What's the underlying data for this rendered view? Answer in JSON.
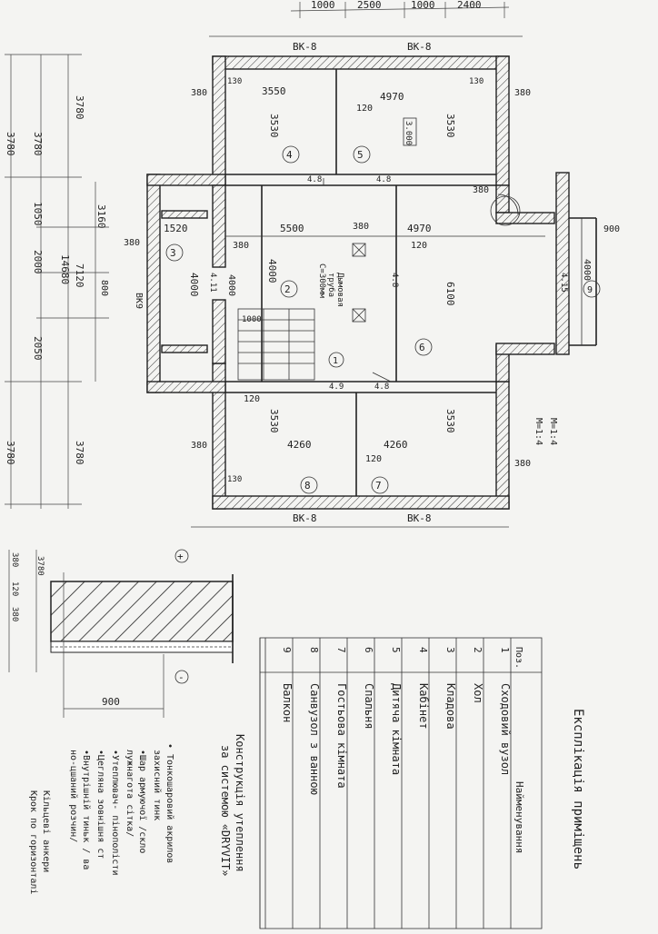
{
  "top_dims": [
    "1000",
    "2500",
    "1000",
    "2400"
  ],
  "window_marks": {
    "top_left": "BK-8",
    "top_right": "BK-8",
    "bottom_left": "BK-8",
    "bottom_right": "BK-8",
    "left_mid": "BK9"
  },
  "left_dims": {
    "outer_top": "3780",
    "outer_mid": "14680",
    "outer_bottom": "3780",
    "inner_top": "3780",
    "inner_bottom": "3780",
    "seg1": "3160",
    "seg2": "1050",
    "seg3": "2000",
    "seg4": "2050",
    "seg5": "7120",
    "seg6": "800",
    "total_left": "3780"
  },
  "wall_dims": {
    "w380a": "380",
    "w380b": "380",
    "w380c": "380",
    "w380d": "380",
    "w380e": "380",
    "w380f": "380",
    "w380g": "380",
    "w120a": "120",
    "w120b": "120",
    "w120c": "120",
    "w120d": "120",
    "w130a": "130",
    "w130b": "130",
    "w130c": "130",
    "w4_8a": "4.8",
    "w4_8b": "4.8",
    "w4_8c": "4.8",
    "w4_8d": "4.8",
    "w4_8e": "4.8",
    "w4_9": "4.9",
    "w4_15": "4.15",
    "w4_11": "4.11"
  },
  "rooms": [
    {
      "num": "4",
      "w": "3550",
      "h": "3530"
    },
    {
      "num": "5",
      "w": "4970",
      "h": "3530",
      "extra": "3.000"
    },
    {
      "num": "2",
      "w": "5500",
      "h": "4000"
    },
    {
      "num": "3",
      "w": "1520",
      "h": "4000"
    },
    {
      "num": "6",
      "w": "4970",
      "h": "6100"
    },
    {
      "num": "1",
      "w": "1000",
      "h": "4000"
    },
    {
      "num": "8",
      "w": "4260",
      "h": "3530"
    },
    {
      "num": "7",
      "w": "4260",
      "h": "3530"
    },
    {
      "num": "9",
      "w": "900",
      "h": "4000"
    }
  ],
  "chimney_note": [
    "Дымовая",
    "труба",
    "С=300мм"
  ],
  "stair_marks": [
    "1",
    "380"
  ],
  "right_notes": [
    "M=1:4",
    "M=1:4"
  ],
  "detail": {
    "title": "Конструкція утеплення",
    "subtitle": "за системою «DRYVIT»",
    "dim": "900",
    "marker_plus": "+",
    "marker_minus": "-",
    "dims_left": [
      "380",
      "120",
      "380",
      "3780"
    ],
    "layers": [
      "• Тонкошаровий акрилов",
      "захисний тинк",
      "•Шар армуючої /скло",
      "лужнагота сітка/",
      "•Утеплювач- пінополісти",
      "•Цегляна зовнішня ст",
      "•Внутрішній тиньк / ва",
      "но-цшаний розчин/"
    ],
    "footer": [
      "Кільцеві анкери ",
      "Крок по горизонталі"
    ]
  },
  "table": {
    "title": "Експлікація приміщень",
    "col_num": "Поз.",
    "col_name": "Найменування",
    "rows": [
      {
        "n": "1",
        "name": "Сходовий вузол"
      },
      {
        "n": "2",
        "name": "Хол"
      },
      {
        "n": "3",
        "name": "Кладова"
      },
      {
        "n": "4",
        "name": "Кабінет"
      },
      {
        "n": "5",
        "name": "Дитяча кімната"
      },
      {
        "n": "6",
        "name": "Спальня"
      },
      {
        "n": "7",
        "name": "Гостьова кімната"
      },
      {
        "n": "8",
        "name": "Санвузол з ванною"
      },
      {
        "n": "9",
        "name": "Балкон"
      }
    ]
  }
}
